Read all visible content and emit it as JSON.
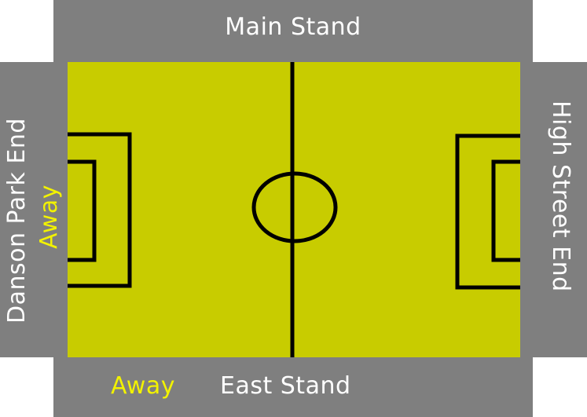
{
  "colors": {
    "stand": "#7f7f7f",
    "pitch": "#c8cc00",
    "lines": "#000000",
    "stand_text": "#ffffff",
    "away_text": "#f2f200"
  },
  "stands": {
    "main": "Main Stand",
    "east": "East Stand",
    "danson_park_end": "Danson Park End",
    "high_street_end": "High Street End"
  },
  "away_markers": {
    "west": "Away",
    "east_stand": "Away"
  }
}
